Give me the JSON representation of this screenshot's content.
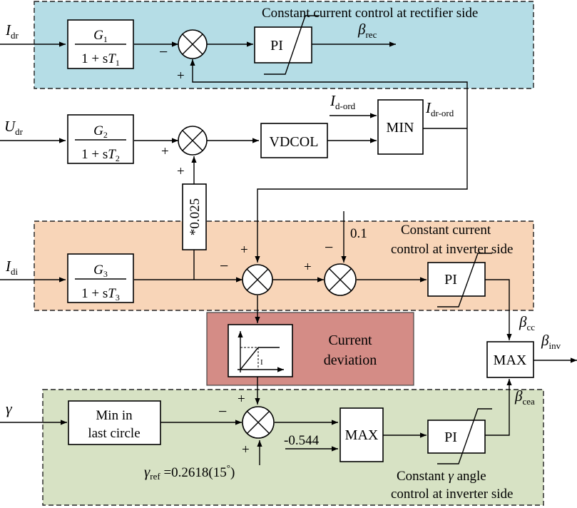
{
  "colors": {
    "rectifier_region": "#b5dde6",
    "inverter_cc_region": "#f8d5b8",
    "gamma_region": "#d7e2c4",
    "deviation_region": "#d48c86"
  },
  "regions": {
    "rectifier_title": "Constant current control at rectifier side",
    "inverter_cc_title_1": "Constant current",
    "inverter_cc_title_2": "control at inverter side",
    "deviation_title_1": "Current",
    "deviation_title_2": "deviation",
    "gamma_title_1a": "Constant ",
    "gamma_title_1b": "γ",
    "gamma_title_1c": " angle",
    "gamma_title_2": "control at inverter side"
  },
  "signals": {
    "idr": {
      "sym": "I",
      "sub": "dr"
    },
    "udr": {
      "sym": "U",
      "sub": "dr"
    },
    "idi": {
      "sym": "I",
      "sub": "di"
    },
    "gamma": "γ",
    "beta_rec": {
      "sym": "β",
      "sub": "rec"
    },
    "id_ord": {
      "sym": "I",
      "sub": "d-ord"
    },
    "idr_ord": {
      "sym": "I",
      "sub": "dr-ord"
    },
    "beta_cc": {
      "sym": "β",
      "sub": "cc"
    },
    "beta_inv": {
      "sym": "β",
      "sub": "inv"
    },
    "beta_cea": {
      "sym": "β",
      "sub": "cea"
    },
    "gamma_ref": {
      "sym": "γ",
      "sub": "ref",
      "value": " =0.2618(15",
      "deg": "°",
      "close": ")"
    },
    "const_01": "0.1",
    "const_0544": "-0.544"
  },
  "blocks": {
    "g1": {
      "num": "G",
      "num_sub": "1",
      "den": "1 + s",
      "den_var": "T",
      "den_sub": "1"
    },
    "g2": {
      "num": "G",
      "num_sub": "2",
      "den": "1 + s",
      "den_var": "T",
      "den_sub": "2"
    },
    "g3": {
      "num": "G",
      "num_sub": "3",
      "den": "1 + s",
      "den_var": "T",
      "den_sub": "3"
    },
    "pi_rec": "PI",
    "pi_cc": "PI",
    "pi_cea": "PI",
    "vdcol": "VDCOL",
    "min": "MIN",
    "max_out": "MAX",
    "max_cea": "MAX",
    "gain": "*0.025",
    "min_last_1": "Min in",
    "min_last_2": "last circle",
    "deviation_tick": "I"
  },
  "signs": {
    "s1_left": "−",
    "s1_bottom": "+",
    "s2_left": "+",
    "s2_bottom": "+",
    "s3_left": "−",
    "s3_top": "+",
    "s4_left": "+",
    "s4_top": "−",
    "s5_left": "−",
    "s5_top": "+",
    "s5_bottom": "+"
  }
}
